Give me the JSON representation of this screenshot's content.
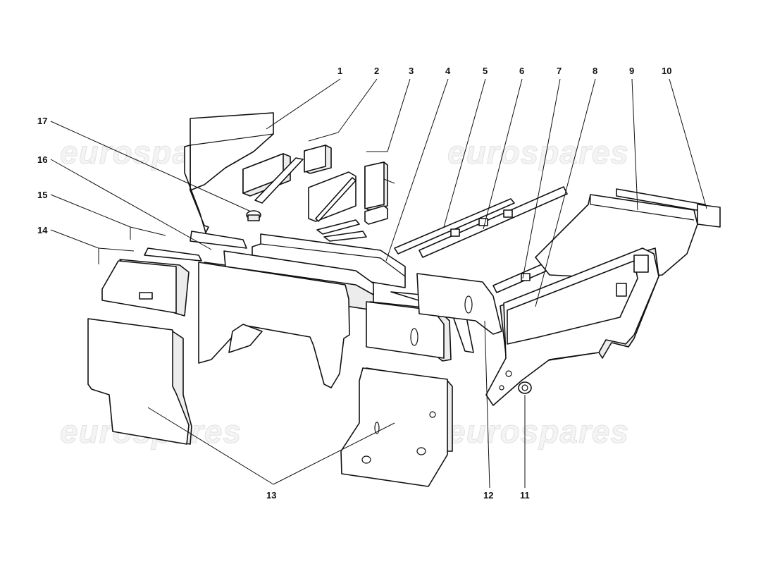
{
  "diagram": {
    "watermark": "eurospares",
    "callouts": [
      "1",
      "2",
      "3",
      "4",
      "5",
      "6",
      "7",
      "8",
      "9",
      "10",
      "11",
      "12",
      "13",
      "14",
      "15",
      "16",
      "17"
    ]
  }
}
